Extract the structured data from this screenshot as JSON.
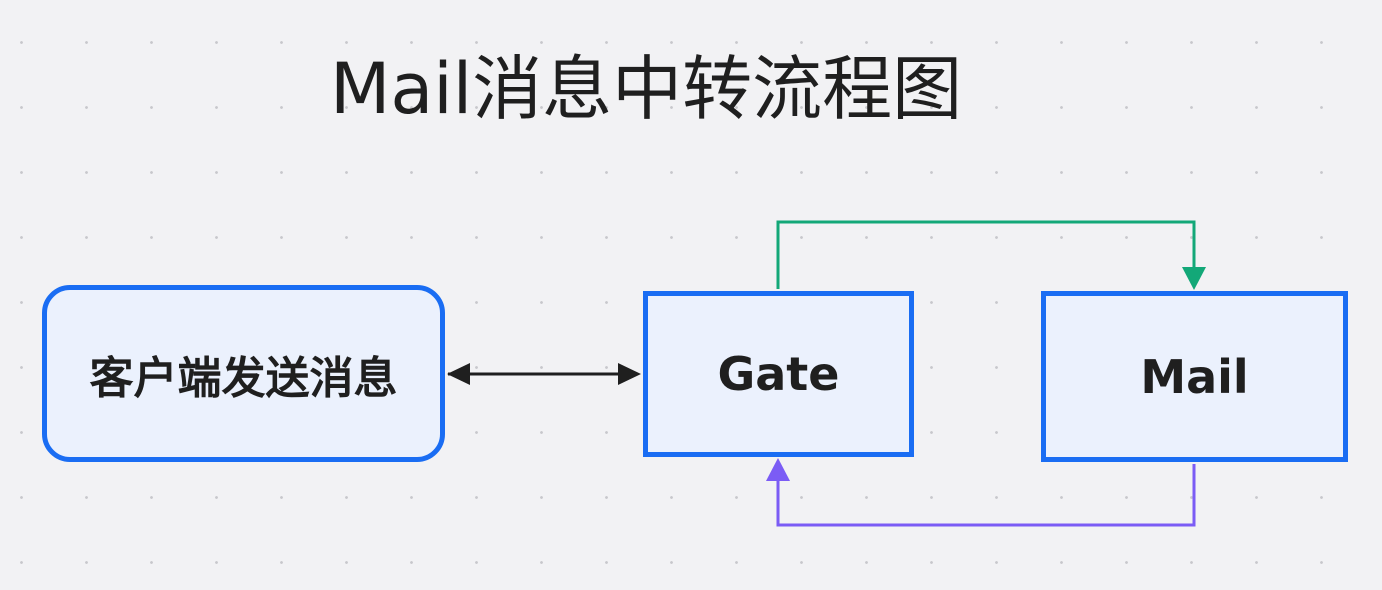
{
  "diagram": {
    "title": "Mail消息中转流程图",
    "nodes": {
      "client": {
        "label": "客户端发送消息"
      },
      "gate": {
        "label": "Gate"
      },
      "mail": {
        "label": "Mail"
      }
    },
    "edges": [
      {
        "from": "client",
        "to": "gate",
        "direction": "bidirectional",
        "color": "#1f1f1f"
      },
      {
        "from": "gate",
        "to": "mail",
        "direction": "forward",
        "route": "over-top",
        "color": "#13a878"
      },
      {
        "from": "mail",
        "to": "gate",
        "direction": "forward",
        "route": "under-bottom",
        "color": "#7b5cf5"
      }
    ]
  },
  "colors": {
    "node_border": "#1a6df3",
    "node_fill": "#ebf1fd",
    "background": "#f2f2f4",
    "grid_dot": "#c8c8cc"
  }
}
